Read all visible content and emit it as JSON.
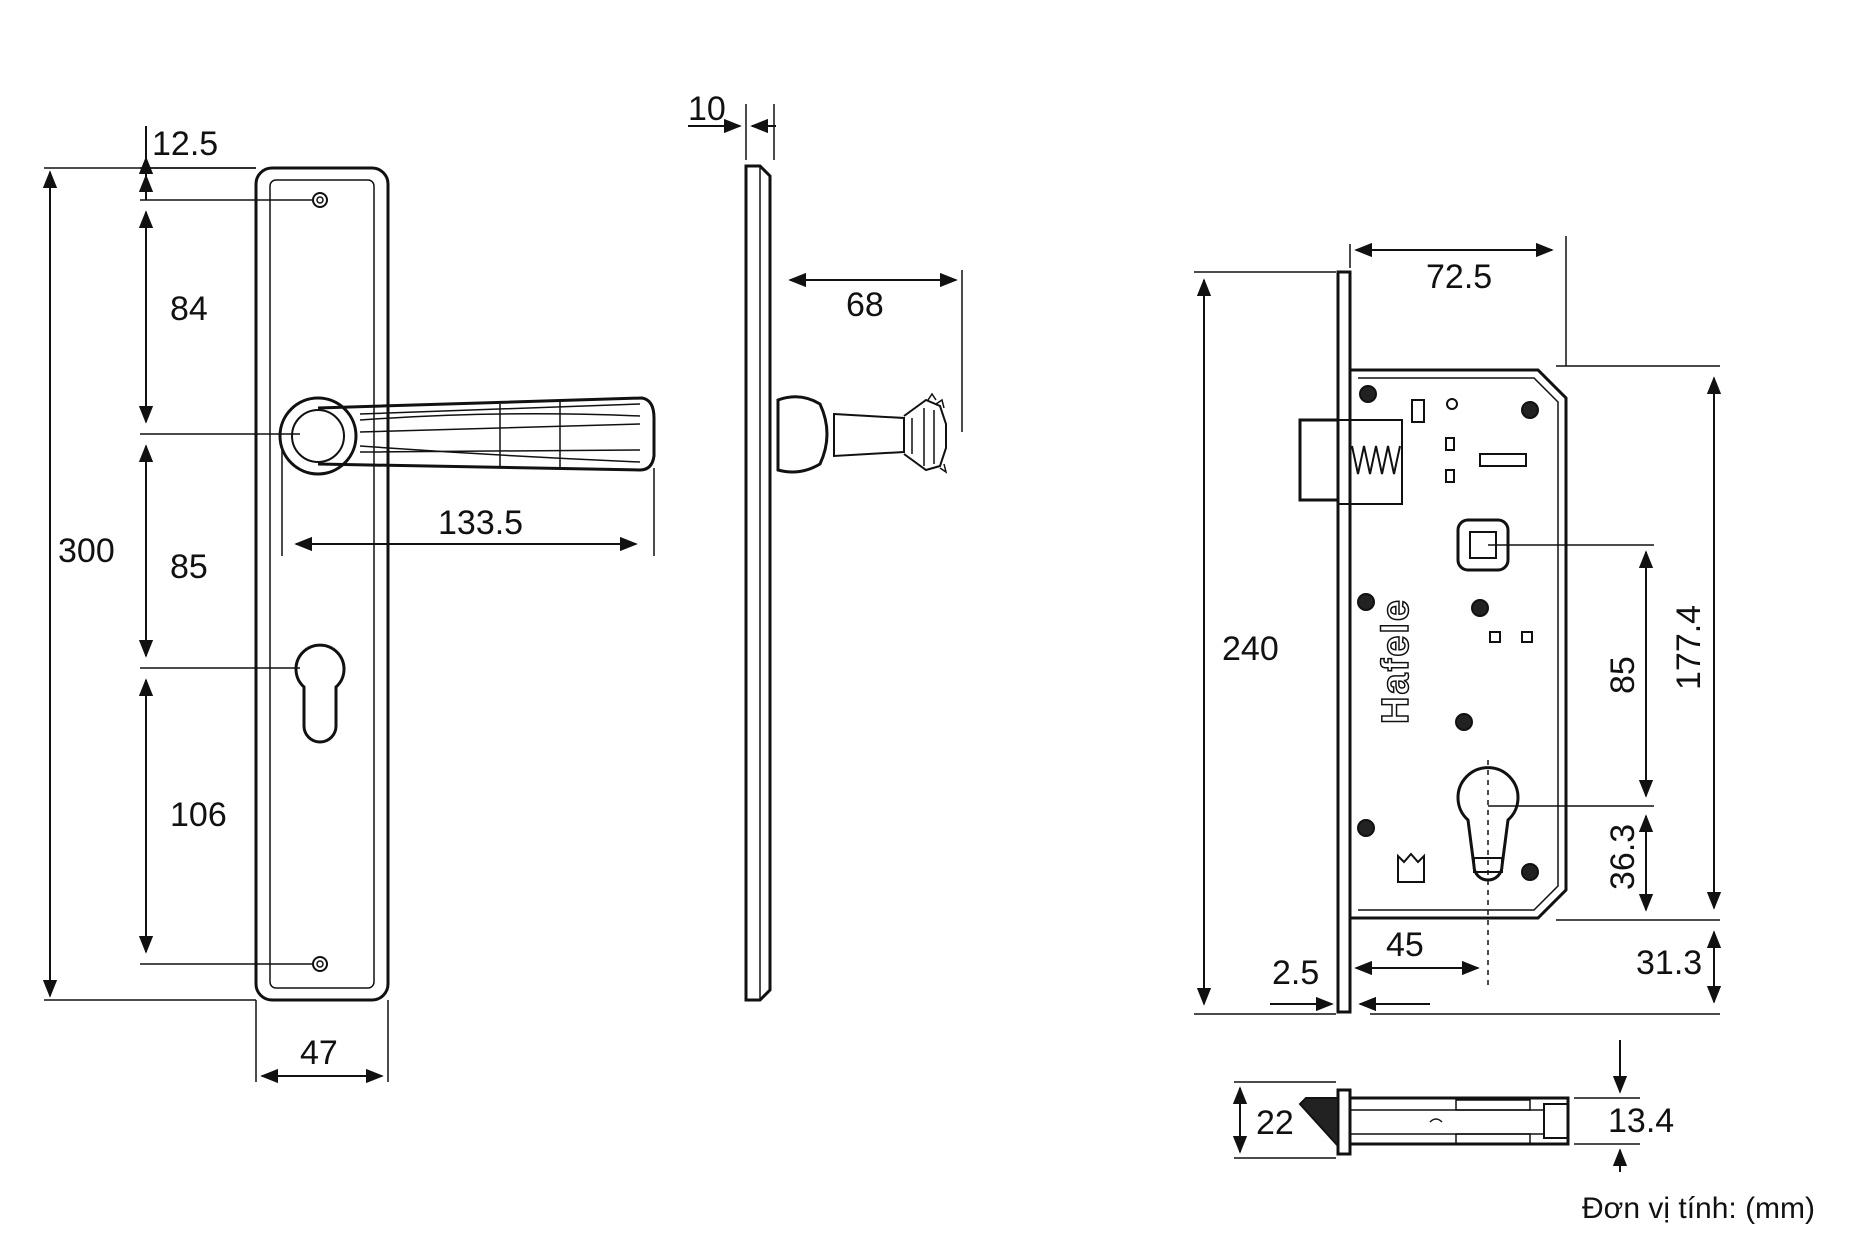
{
  "drawing": {
    "front_view": {
      "dim_top_offset": "12.5",
      "dim_screw_to_handle": "84",
      "dim_handle_to_key": "85",
      "dim_key_to_screw": "106",
      "dim_total_height": "300",
      "dim_handle_length": "133.5",
      "dim_plate_width": "47"
    },
    "side_view": {
      "dim_plate_thickness": "10",
      "dim_handle_projection": "68"
    },
    "mortise_lock": {
      "dim_backset": "72.5",
      "dim_faceplate_height": "240",
      "dim_spindle_to_cylinder": "85",
      "dim_case_height": "177.4",
      "dim_cylinder_to_bottom": "36.3",
      "dim_bottom_offset": "31.3",
      "dim_cylinder_backset": "45",
      "dim_faceplate_thickness": "2.5",
      "brand_logo_text": "Hafele"
    },
    "bottom_view": {
      "dim_latch_projection": "22",
      "dim_case_thickness": "13.4"
    },
    "unit_note": "Đơn vị tính: (mm)"
  }
}
